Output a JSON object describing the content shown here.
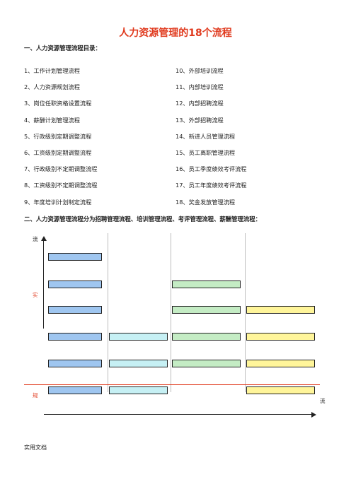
{
  "title": "人力资源管理的18个流程",
  "section1": {
    "heading": "一、人力资源管理流程目录：",
    "items_left": [
      "1、工作计划管理流程",
      "2、人力资源规划流程",
      "3、岗位任职资格设置流程",
      "4、薪酬计划管理流程",
      "5、行政级别定期调整流程",
      "6、工资级别定期调整流程",
      "7、行政级别不定期调整流程",
      "8、工资级别不定期调整流程",
      "9、年度培训计划制定流程"
    ],
    "items_right": [
      "10、外部培训流程",
      "11、内部培训流程",
      "12、内部招聘流程",
      "13、外部招聘流程",
      "14、新进人员管理流程",
      "15、员工离职管理流程",
      "16、员工季度绩效考评流程",
      "17、员工年度绩效考评流程",
      "18、奖金发放管理流程"
    ]
  },
  "section2": {
    "heading": "二、人力资源管理流程分为招聘管理流程、培训管理流程、考评管理流程、薪酬管理流程："
  },
  "diagram": {
    "axis_top": "流",
    "axis_mid": "实",
    "axis_low": "规",
    "axis_right": "流",
    "colors": {
      "blue": "#9fc6f0",
      "cyan": "#c6f0f4",
      "green": "#c4ecc4",
      "yellow": "#fff59a",
      "red_line": "#e03a1e"
    },
    "boxes": [
      {
        "col": 0,
        "row": 0,
        "color": "blue",
        "text": ""
      },
      {
        "col": 0,
        "row": 1,
        "color": "blue",
        "text": ""
      },
      {
        "col": 0,
        "row": 2,
        "color": "blue",
        "text": ""
      },
      {
        "col": 0,
        "row": 3,
        "color": "blue",
        "text": ""
      },
      {
        "col": 0,
        "row": 4,
        "color": "blue",
        "text": ""
      },
      {
        "col": 0,
        "row": 5,
        "color": "blue",
        "text": ""
      },
      {
        "col": 1,
        "row": 3,
        "color": "cyan",
        "text": ""
      },
      {
        "col": 1,
        "row": 4,
        "color": "cyan",
        "text": ""
      },
      {
        "col": 1,
        "row": 5,
        "color": "cyan",
        "text": ""
      },
      {
        "col": 2,
        "row": 1,
        "color": "green",
        "text": ""
      },
      {
        "col": 2,
        "row": 2,
        "color": "green",
        "text": ""
      },
      {
        "col": 2,
        "row": 3,
        "color": "green",
        "text": ""
      },
      {
        "col": 2,
        "row": 4,
        "color": "green",
        "text": ""
      },
      {
        "col": 3,
        "row": 2,
        "color": "yellow",
        "text": ""
      },
      {
        "col": 3,
        "row": 3,
        "color": "yellow",
        "text": ""
      },
      {
        "col": 3,
        "row": 4,
        "color": "yellow",
        "text": ""
      },
      {
        "col": 3,
        "row": 5,
        "color": "yellow",
        "text": ""
      }
    ],
    "columns": [
      "",
      "",
      "",
      ""
    ]
  },
  "footer": "实用文档"
}
